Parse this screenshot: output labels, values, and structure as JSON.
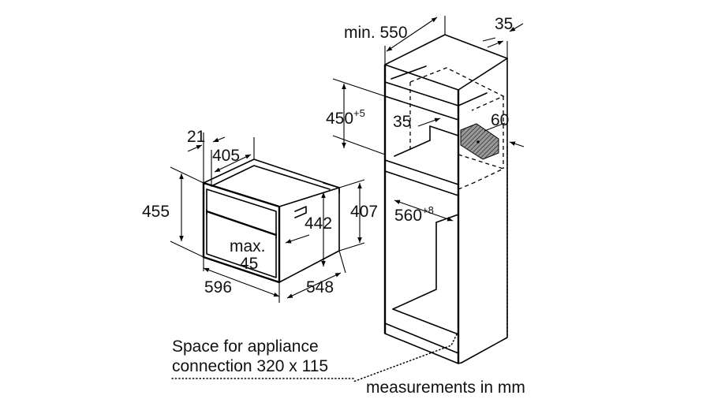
{
  "dimensions": {
    "min_550": "min. 550",
    "d35_top": "35",
    "d450": "450",
    "d450_sup": "+5",
    "d35_inner": "35",
    "d60": "60",
    "d560": "560",
    "d560_sup": "+8",
    "d21": "21",
    "d405": "405",
    "d455": "455",
    "d442": "442",
    "d407": "407",
    "max": "max.",
    "d45": "45",
    "d596": "596",
    "d548": "548"
  },
  "notes": {
    "space_line1": "Space for appliance",
    "space_line2": "connection 320 x 115",
    "units": "measurements in mm"
  },
  "colors": {
    "line": "#000000",
    "hatch_fill": "#555555"
  }
}
